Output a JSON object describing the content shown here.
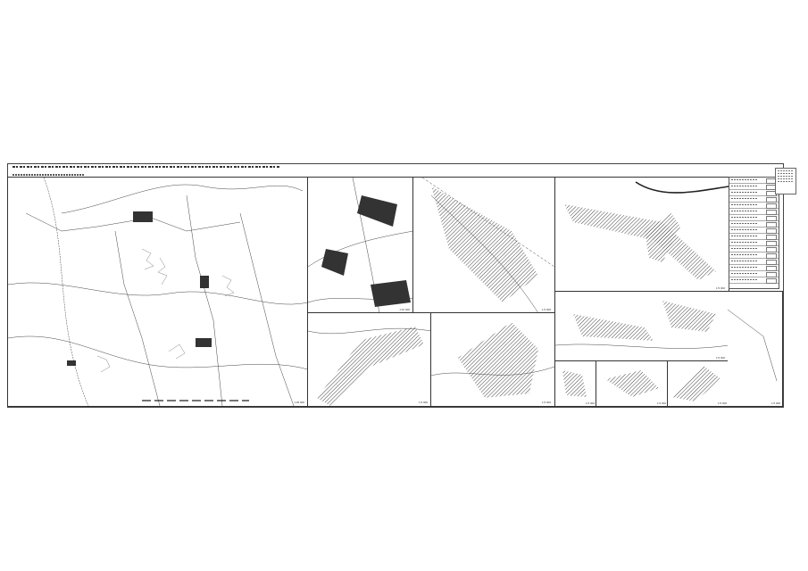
{
  "map": {
    "title": "",
    "subtitle": "",
    "panels": [
      {
        "id": "main-map",
        "scale": "1:25 000"
      },
      {
        "id": "inset-a",
        "scale": "1:10 000"
      },
      {
        "id": "inset-b",
        "scale": "1:5 000"
      },
      {
        "id": "inset-c",
        "scale": "1:5 000"
      },
      {
        "id": "inset-d",
        "scale": "1:5 000"
      },
      {
        "id": "inset-e",
        "scale": "1:5 000"
      },
      {
        "id": "inset-f",
        "scale": "1:5 000"
      },
      {
        "id": "inset-g",
        "scale": "1:5 000"
      },
      {
        "id": "inset-h",
        "scale": "1:5 000"
      },
      {
        "id": "inset-i",
        "scale": "1:5 000"
      },
      {
        "id": "inset-j",
        "scale": "1:5 000"
      }
    ],
    "north_arrow": "compass-rose-icon",
    "colors": {
      "line": "#333333",
      "hatch": "#444444",
      "paper": "#ffffff"
    }
  }
}
